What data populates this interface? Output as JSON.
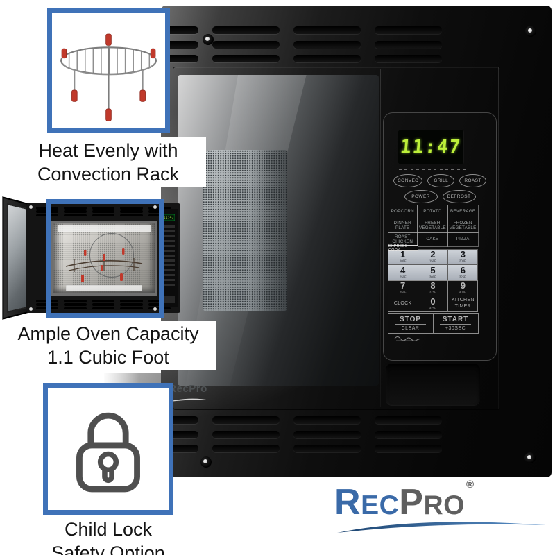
{
  "insets": {
    "convection": {
      "caption": [
        "Heat Evenly with",
        "Convection Rack"
      ]
    },
    "capacity": {
      "caption": [
        "Ample Oven Capacity",
        "1.1 Cubic Foot"
      ]
    },
    "child_lock": {
      "caption": [
        "Child Lock",
        "Safety Option"
      ]
    }
  },
  "panel": {
    "display_time": "11:47",
    "modes": [
      "CONVEC",
      "GRILL",
      "ROAST",
      "POWER",
      "DEFROST"
    ],
    "presets": [
      [
        "POPCORN",
        "POTATO",
        "BEVERAGE"
      ],
      [
        "DINNER PLATE",
        "FRESH VEGETABLE",
        "FROZEN VEGETABLE"
      ],
      [
        "ROAST CHICKEN",
        "CAKE",
        "PIZZA"
      ]
    ],
    "express_cook_label": "EXPRESS COOK",
    "keys": [
      {
        "digit": "1",
        "temp": "100F"
      },
      {
        "digit": "2",
        "temp": "150F"
      },
      {
        "digit": "3",
        "temp": "200F"
      },
      {
        "digit": "4",
        "temp": "250F"
      },
      {
        "digit": "5",
        "temp": "300F"
      },
      {
        "digit": "6",
        "temp": "325F"
      },
      {
        "digit": "7",
        "temp": "350F"
      },
      {
        "digit": "8",
        "temp": "375F"
      },
      {
        "digit": "9",
        "temp": "400F"
      },
      {
        "digit": "0",
        "temp": "425F"
      }
    ],
    "clock_label": "CLOCK",
    "kitchen_timer_label": "KITCHEN TIMER",
    "stop": {
      "line1": "STOP",
      "line2": "CLEAR"
    },
    "start": {
      "line1": "START",
      "line2": "+30SEC"
    }
  },
  "door_watermark": "RecPro",
  "mini_display_time": "11:47",
  "logo": {
    "part1": "R",
    "part2": "EC",
    "part3": "P",
    "part4": "RO",
    "registered": "®"
  },
  "colors": {
    "frame_blue": "#3f72b8",
    "display_green": "#bdef3a",
    "logo_blue": "#3a6aa8",
    "logo_gray": "#5f5f5f",
    "rack_red": "#c0392b"
  }
}
